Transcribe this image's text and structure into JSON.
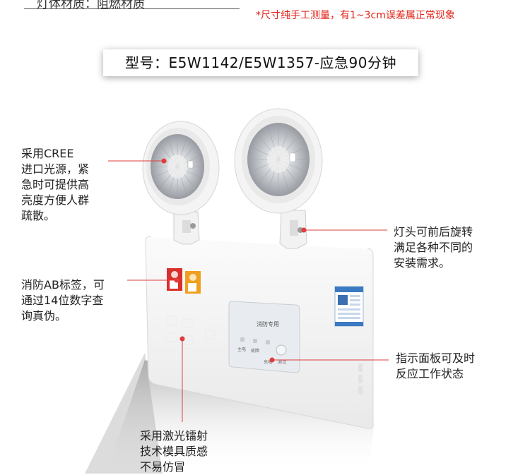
{
  "header": {
    "top_text": "灯体材质：阻燃材质",
    "note": "*尺寸纯手工测量，有1~3cm误差属正常现象"
  },
  "model": {
    "label": "型号：E5W1142/E5W1357-应急90分钟"
  },
  "callouts": {
    "cree": "采用CREE\n进口光源，紧\n急时可提供高\n亮度方便人群\n疏散。",
    "rotate": "灯头可前后旋转\n满足各种不同的\n安装需求。",
    "ab_label": "消防AB标签，可\n通过14位数字查\n询真伪。",
    "indicator": "指示面板可及时\n反应工作状态",
    "laser": "采用激光镭射\n技术模具质感\n不易仿冒"
  },
  "panel": {
    "title": "消防专用",
    "buttons": [
      "主电",
      "故障",
      "充电",
      "测试"
    ]
  },
  "colors": {
    "accent": "#e2231a",
    "leader_line": "#e03c3c",
    "label_red": "#d9302c",
    "label_orange": "#f0a020"
  }
}
